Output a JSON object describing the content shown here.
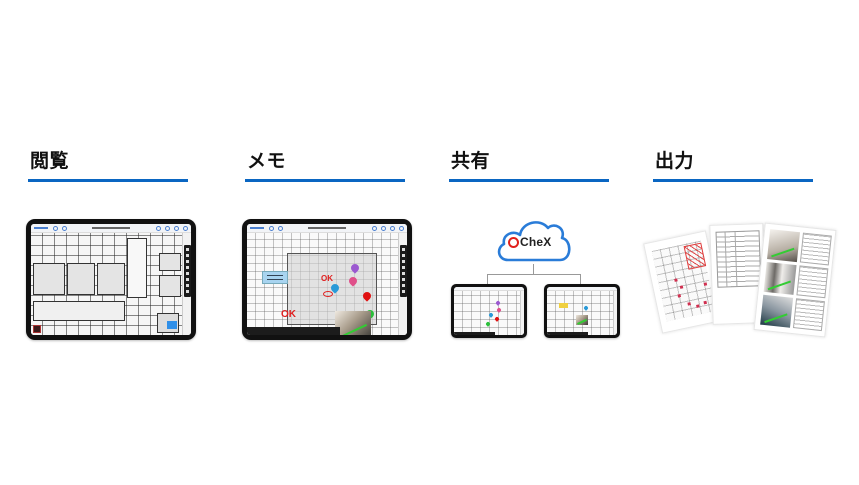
{
  "sections": [
    {
      "id": "view",
      "heading": "閲覧"
    },
    {
      "id": "memo",
      "heading": "メモ"
    },
    {
      "id": "share",
      "heading": "共有"
    },
    {
      "id": "output",
      "heading": "出力"
    }
  ],
  "memo_tablet": {
    "annotations": [
      "OK",
      "OK"
    ],
    "pin_colors": [
      "#9b59d0",
      "#e0508a",
      "#2a9ad8",
      "#e01010",
      "#2ac03a"
    ]
  },
  "share": {
    "cloud_logo_text": "CheX",
    "logo_accent_color": "#e0201b"
  },
  "colors": {
    "heading_underline": "#0a66c2",
    "heading_text": "#111111"
  }
}
